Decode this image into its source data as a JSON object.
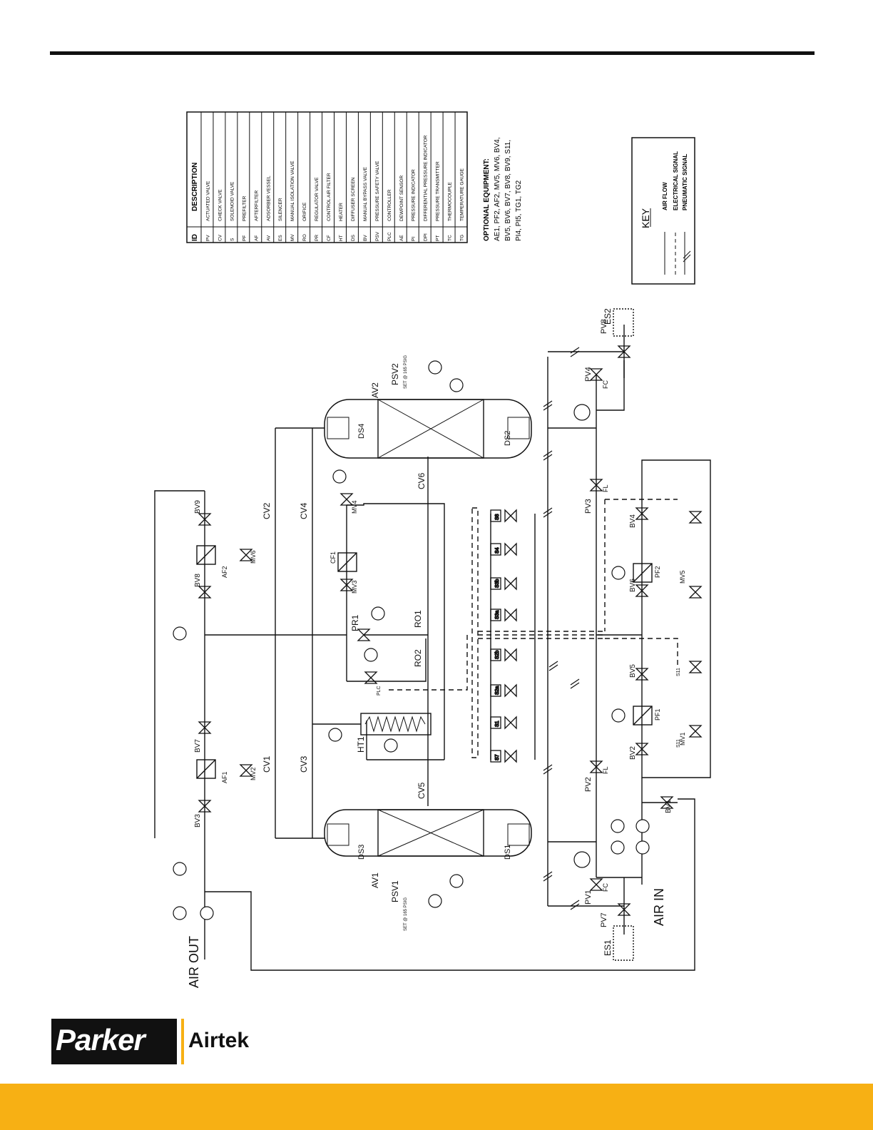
{
  "colors": {
    "accent": "#f7b014",
    "ink": "#111111"
  },
  "brand": {
    "name": "Parker",
    "product": "Airtek"
  },
  "legend_table": {
    "header_id": "ID",
    "header_desc": "DESCRIPTION",
    "rows": [
      {
        "id": "PV",
        "desc": "ACTUATED VALVE"
      },
      {
        "id": "CV",
        "desc": "CHECK VALVE"
      },
      {
        "id": "S",
        "desc": "SOLENOID VALVE"
      },
      {
        "id": "PF",
        "desc": "PREFILTER"
      },
      {
        "id": "AF",
        "desc": "AFTERFILTER"
      },
      {
        "id": "AV",
        "desc": "ADSORBER VESSEL"
      },
      {
        "id": "ES",
        "desc": "SILENCER"
      },
      {
        "id": "MV",
        "desc": "MANUAL ISOLATION VALVE"
      },
      {
        "id": "RO",
        "desc": "ORIFICE"
      },
      {
        "id": "PR",
        "desc": "REGULATOR VALVE"
      },
      {
        "id": "CF",
        "desc": "CONTROL AIR FILTER"
      },
      {
        "id": "HT",
        "desc": "HEATER"
      },
      {
        "id": "DS",
        "desc": "DIFFUSER SCREEN"
      },
      {
        "id": "BV",
        "desc": "MANUAL BYPASS VALVE"
      },
      {
        "id": "PSV",
        "desc": "PRESSURE SAFETY VALVE"
      },
      {
        "id": "PLC",
        "desc": "CONTROLLER"
      },
      {
        "id": "AE",
        "desc": "DEWPOINT SENSOR"
      },
      {
        "id": "PI",
        "desc": "PRESSURE INDICATOR"
      },
      {
        "id": "DPI",
        "desc": "DIFFERENTIAL PRESSURE INDICATOR"
      },
      {
        "id": "PT",
        "desc": "PRESSURE TRANSMITTER"
      },
      {
        "id": "TC",
        "desc": "THERMOCOUPLE"
      },
      {
        "id": "TG",
        "desc": "TEMPERATURE GAUGE"
      }
    ]
  },
  "optional_equipment": {
    "title": "OPTIONAL EQUIPMENT:",
    "lines": [
      "AE1, PF2, AF2, MV5, MV6, BV4,",
      "BV5, BV6, BV7, BV8, BV9, S11,",
      "PI4, PI5, TG1, TG2"
    ]
  },
  "key": {
    "title": "KEY",
    "items": [
      "AIR FLOW",
      "ELECTRICAL SIGNAL",
      "PNEUMATIC SIGNAL"
    ]
  },
  "diagram": {
    "air_out": "AIR OUT",
    "air_in": "AIR IN",
    "vessels": [
      "AV1",
      "AV2"
    ],
    "screens": [
      "DS1",
      "DS2",
      "DS3",
      "DS4"
    ],
    "check_valves": [
      "CV1",
      "CV2",
      "CV3",
      "CV4",
      "CV5",
      "CV6"
    ],
    "actuated_valves": [
      "PV1",
      "PV2",
      "PV3",
      "PV4",
      "PV7",
      "PV8"
    ],
    "bypass_valves": [
      "BV1",
      "BV2",
      "BV3",
      "BV4",
      "BV5",
      "BV6",
      "BV7",
      "BV8",
      "BV9"
    ],
    "manual_valves": [
      "MV1",
      "MV2",
      "MV3",
      "MV4",
      "MV5",
      "MV6"
    ],
    "filters": [
      "AF1",
      "AF2",
      "PF1",
      "PF2",
      "CF1"
    ],
    "silencers": [
      "ES1",
      "ES2"
    ],
    "heater": "HT1",
    "regulator": "PR1",
    "orifices": [
      "RO1",
      "RO2"
    ],
    "psv": [
      "PSV1",
      "PSV2"
    ],
    "psv_set": "SET @ 165 PSIG",
    "solenoids": [
      "S7",
      "S1",
      "S2a",
      "S2b",
      "S3a",
      "S3b",
      "S4",
      "S8"
    ],
    "solenoid_s11": [
      "S11",
      "S11"
    ],
    "fail_codes": [
      "FC",
      "FL"
    ],
    "plc": "PLC"
  }
}
